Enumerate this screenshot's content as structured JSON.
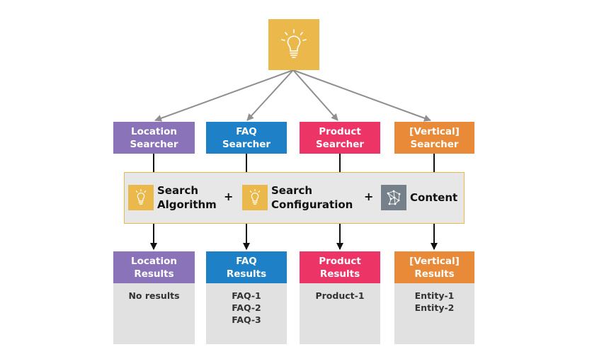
{
  "searchers": [
    {
      "line1": "Location",
      "line2": "Searcher",
      "color": "#8A73B8"
    },
    {
      "line1": "FAQ",
      "line2": "Searcher",
      "color": "#1E80C6"
    },
    {
      "line1": "Product",
      "line2": "Searcher",
      "color": "#EC3467"
    },
    {
      "line1": "[Vertical]",
      "line2": "Searcher",
      "color": "#E88A38"
    }
  ],
  "components": {
    "algorithm": {
      "line1": "Search",
      "line2": "Algorithm"
    },
    "configuration": {
      "line1": "Search",
      "line2": "Configuration"
    },
    "content": {
      "label": "Content"
    },
    "plus": "+"
  },
  "results": [
    {
      "line1": "Location",
      "line2": "Results",
      "color": "#8A73B8",
      "items": [
        "No results"
      ]
    },
    {
      "line1": "FAQ",
      "line2": "Results",
      "color": "#1E80C6",
      "items": [
        "FAQ-1",
        "FAQ-2",
        "FAQ-3"
      ]
    },
    {
      "line1": "Product",
      "line2": "Results",
      "color": "#EC3467",
      "items": [
        "Product-1"
      ]
    },
    {
      "line1": "[Vertical]",
      "line2": "Results",
      "color": "#E88A38",
      "items": [
        "Entity-1",
        "Entity-2"
      ]
    }
  ],
  "colors": {
    "bulb": "#EBB84B",
    "content_icon": "#75808A",
    "arrow": "#8F8F8F",
    "panel": "#E1E1E1",
    "band": "#E7E7E7"
  },
  "icons": {
    "top": "lightbulb-icon",
    "algorithm": "lightbulb-icon",
    "configuration": "lightbulb-icon",
    "content": "network-icon"
  }
}
